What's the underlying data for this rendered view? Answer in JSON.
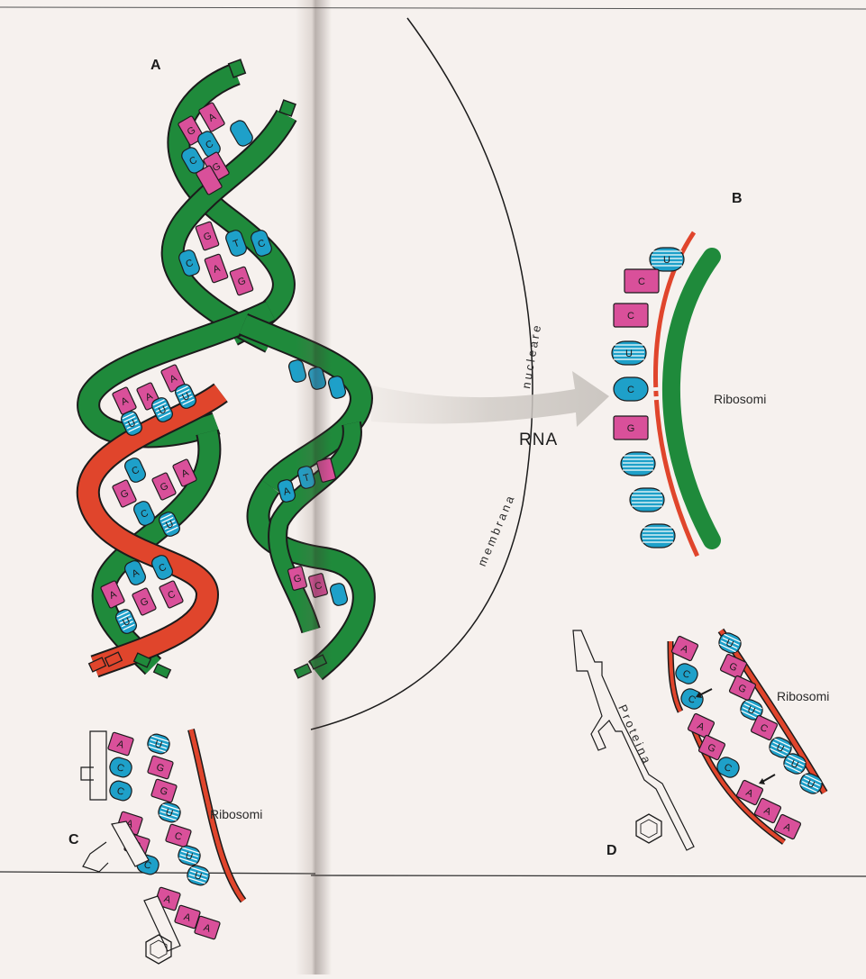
{
  "labels": {
    "panel_a": "A",
    "panel_b": "B",
    "panel_c": "C",
    "panel_d": "D",
    "rna": "RNA",
    "membrana": "membrana",
    "nucleare": "nucleare",
    "ribosomi_b": "Ribosomi",
    "ribosomi_c": "Ribosomi",
    "ribosomi_d": "Ribosomi",
    "proteina": "Proteina"
  },
  "colors": {
    "background": "#f6f1ee",
    "dna_green": "#1f8a3b",
    "rna_red": "#e0452c",
    "purine_pink": "#d9509a",
    "pyrimidine_blue": "#1ea0c9",
    "outline": "#1b1b1b"
  }
}
